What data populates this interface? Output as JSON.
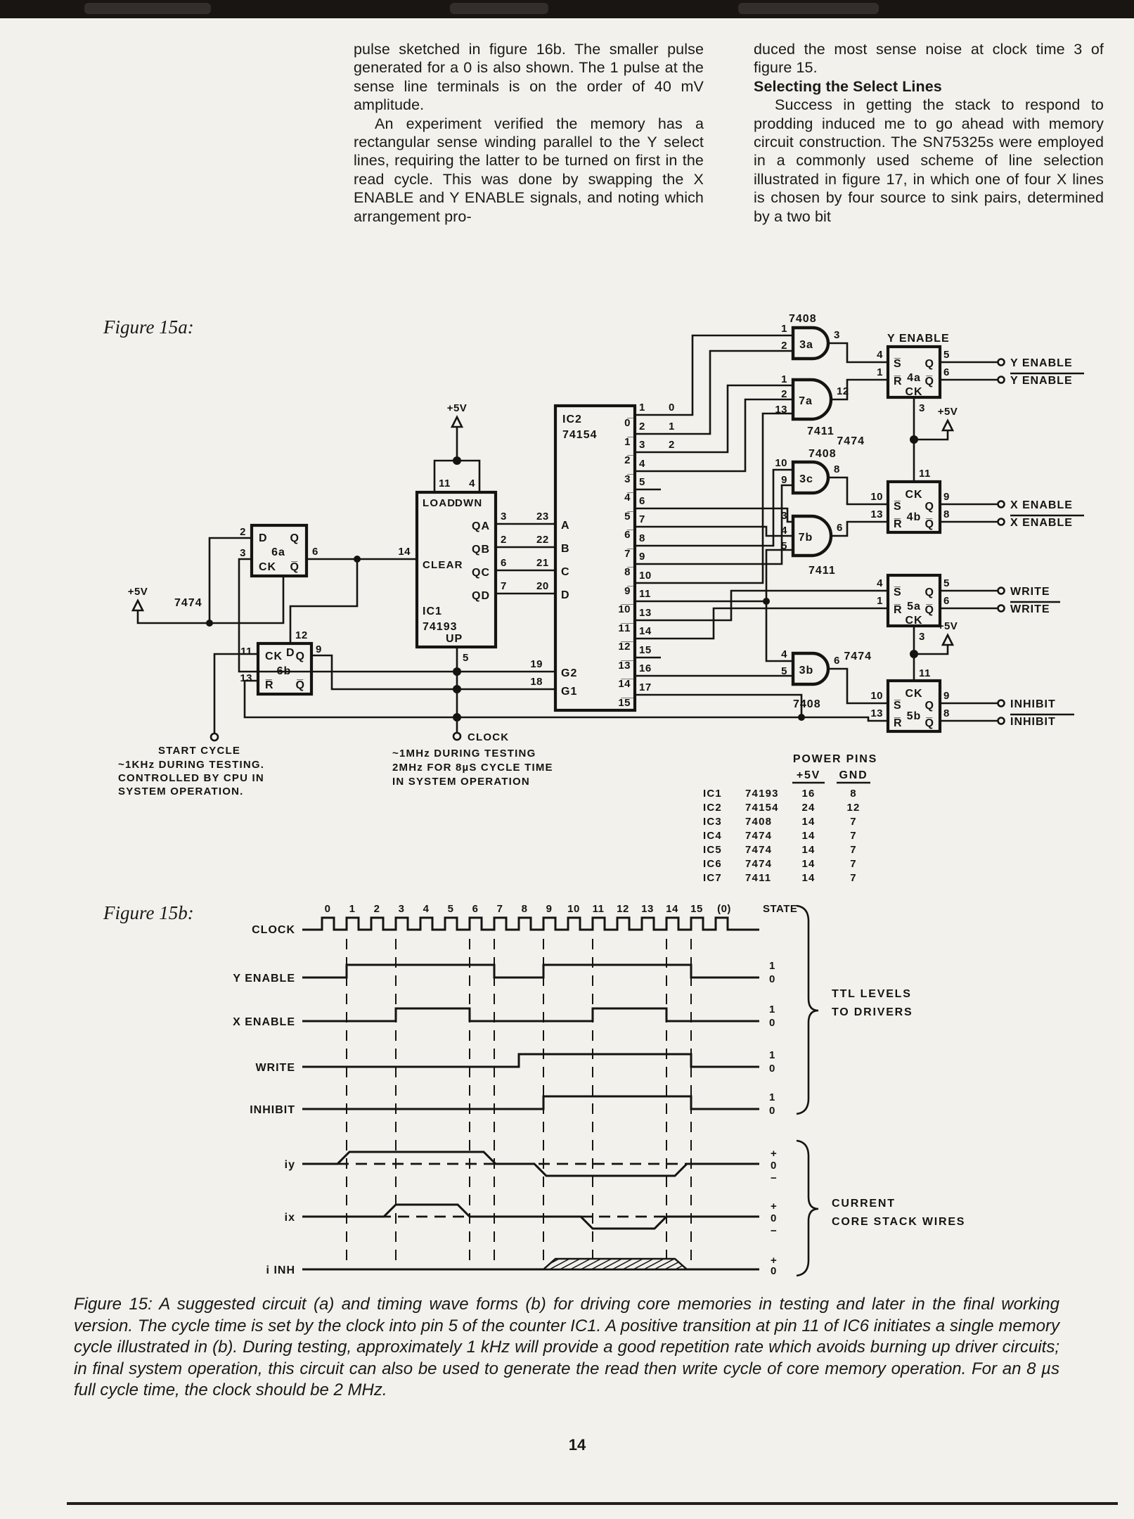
{
  "page": {
    "number": "14"
  },
  "colors": {
    "paper": "#f3f1ec",
    "ink": "#161412"
  },
  "article": {
    "left": {
      "p1": "pulse sketched in figure 16b. The smaller pulse generated for a 0 is also shown. The 1 pulse at the sense line terminals is on the order of 40 mV amplitude.",
      "p2": "An experiment verified the memory has a rectangular sense winding parallel to the Y select lines, requiring the latter to be turned on first in the read cycle. This was done by swapping the X ENABLE and Y ENABLE signals, and noting which arrangement pro-"
    },
    "right": {
      "p1": "duced the most sense noise at clock time 3 of figure 15.",
      "h1": "Selecting the Select Lines",
      "p2": "Success in getting the stack to respond to prodding induced me to go ahead with memory circuit construction. The SN75325s were employed in a commonly used scheme of line selection illustrated in figure 17, in which one of four X lines is chosen by four source to sink pairs, determined by a two bit"
    }
  },
  "sch": {
    "label": "Figure 15a:",
    "v5": "+5V",
    "ic1": {
      "name": "IC1",
      "part": "74193",
      "load": "LOAD",
      "dwn": "DWN",
      "clear": "CLEAR",
      "up": "UP",
      "qa": "QA",
      "qb": "QB",
      "qc": "QC",
      "qd": "QD",
      "p11": "11",
      "p4": "4",
      "p14": "14",
      "p5": "5",
      "pqa": "3",
      "pqb": "2",
      "pqc": "6",
      "pqd": "7"
    },
    "ic2": {
      "name": "IC2",
      "part": "74154",
      "a": "A",
      "b": "B",
      "c": "C",
      "d": "D",
      "g2": "G2",
      "g1": "G1",
      "p23": "23",
      "p22": "22",
      "p21": "21",
      "p20": "20",
      "p19": "19",
      "p18": "18",
      "outs": [
        {
          "pin": "1",
          "lbl": "0̅",
          "tag": "0"
        },
        {
          "pin": "2",
          "lbl": "1̅",
          "tag": "1"
        },
        {
          "pin": "3",
          "lbl": "2̅",
          "tag": "2"
        },
        {
          "pin": "4",
          "lbl": "3̅"
        },
        {
          "pin": "5",
          "lbl": "4̅"
        },
        {
          "pin": "6",
          "lbl": "5̅"
        },
        {
          "pin": "7",
          "lbl": "6̅"
        },
        {
          "pin": "8",
          "lbl": "7̅"
        },
        {
          "pin": "9",
          "lbl": "8̅"
        },
        {
          "pin": "10",
          "lbl": "9̅"
        },
        {
          "pin": "11",
          "lbl": "1̅0̅"
        },
        {
          "pin": "13",
          "lbl": "1̅1̅"
        },
        {
          "pin": "14",
          "lbl": "1̅2̅"
        },
        {
          "pin": "15",
          "lbl": "1̅3̅"
        },
        {
          "pin": "16",
          "lbl": "1̅4̅"
        },
        {
          "pin": "17",
          "lbl": "1̅5̅"
        }
      ]
    },
    "ff": {
      "d": "D",
      "q": "Q",
      "ck": "CK",
      "s": "S̅",
      "r": "R̅",
      "qb": "Q̅"
    },
    "ff4a": "4a",
    "ff4b": "4b",
    "ff5a": "5a",
    "ff5b": "5b",
    "ff6a": "6a",
    "ff6b": "6b",
    "g3a": "3a",
    "g7a": "7a",
    "g3c": "3c",
    "g7b": "7b",
    "g3b": "3b",
    "l7408": "7408",
    "l7411": "7411",
    "l7474": "7474",
    "yen": "Y ENABLE",
    "xen": "X ENABLE",
    "wr": "WRITE",
    "inh": "INHIBIT",
    "pins": {
      "p1": "1",
      "p2": "2",
      "p3": "3",
      "p4": "4",
      "p5": "5",
      "p6": "6",
      "p8": "8",
      "p9": "9",
      "p10": "10",
      "p11": "11",
      "p12": "12",
      "p13": "13"
    },
    "start": [
      "START CYCLE",
      "~1KHz DURING TESTING.",
      "CONTROLLED BY CPU IN",
      "SYSTEM OPERATION."
    ],
    "clock": "CLOCK",
    "clocknote": [
      "~1MHz DURING TESTING",
      "2MHz FOR 8µS CYCLE TIME",
      "IN SYSTEM OPERATION"
    ],
    "power": {
      "title": "POWER PINS",
      "h1": "+5V",
      "h2": "GND",
      "rows": [
        [
          "IC1",
          "74193",
          "16",
          "8"
        ],
        [
          "IC2",
          "74154",
          "24",
          "12"
        ],
        [
          "IC3",
          "7408",
          "14",
          "7"
        ],
        [
          "IC4",
          "7474",
          "14",
          "7"
        ],
        [
          "IC5",
          "7474",
          "14",
          "7"
        ],
        [
          "IC6",
          "7474",
          "14",
          "7"
        ],
        [
          "IC7",
          "7411",
          "14",
          "7"
        ]
      ]
    }
  },
  "fig15b": {
    "label": "Figure 15b:",
    "states": [
      "0",
      "1",
      "2",
      "3",
      "4",
      "5",
      "6",
      "7",
      "8",
      "9",
      "10",
      "11",
      "12",
      "13",
      "14",
      "15",
      "(0)"
    ],
    "state": "STATE",
    "rows": [
      "CLOCK",
      "Y ENABLE",
      "X ENABLE",
      "WRITE",
      "INHIBIT",
      "iy",
      "ix",
      "i INH"
    ],
    "one": "1",
    "zero": "0",
    "plus": "+",
    "minus": "−",
    "ttl": [
      "TTL LEVELS",
      "TO DRIVERS"
    ],
    "cur": [
      "CURRENT",
      "CORE STACK WIRES"
    ],
    "timing": {
      "y_enable_high": [
        [
          1,
          7
        ],
        [
          9,
          15
        ]
      ],
      "x_enable_high": [
        [
          3,
          6
        ],
        [
          11,
          14
        ]
      ],
      "write_high": [
        [
          8,
          15
        ]
      ],
      "inhibit_high": [
        [
          9,
          15
        ]
      ],
      "iy": {
        "positive": [
          1,
          7
        ],
        "negative": [
          9,
          15
        ]
      },
      "ix": {
        "positive": [
          3,
          6
        ],
        "negative": [
          11,
          14
        ]
      },
      "i_inh_positive": [
        [
          9,
          15
        ]
      ]
    }
  },
  "caption": {
    "text": "Figure 15: A suggested circuit (a) and timing wave forms (b) for driving core memories in testing and later in the final working version. The cycle time is set by the clock into pin 5 of the counter IC1. A positive transition at pin 11 of IC6 initiates a single memory cycle illustrated in (b). During testing, approximately 1 kHz will provide a good repetition rate which avoids burning up driver circuits; in final system operation, this circuit can also be used to generate the read then write cycle of core memory operation. For an 8 µs full cycle time, the clock should be 2 MHz."
  }
}
